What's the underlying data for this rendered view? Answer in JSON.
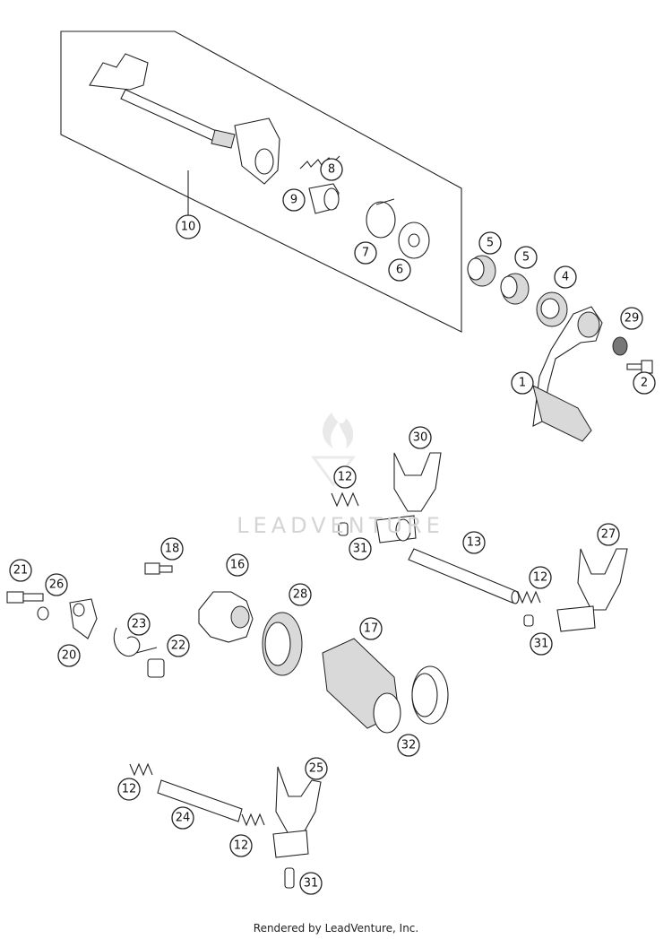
{
  "watermark": "LEADVENTURE",
  "footer": "Rendered by LeadVenture, Inc.",
  "callouts": [
    "1",
    "2",
    "4",
    "5",
    "5",
    "6",
    "7",
    "8",
    "9",
    "10",
    "12",
    "12",
    "12",
    "12",
    "13",
    "16",
    "17",
    "18",
    "20",
    "21",
    "22",
    "23",
    "24",
    "25",
    "26",
    "27",
    "28",
    "29",
    "30",
    "31",
    "31",
    "31",
    "32"
  ]
}
